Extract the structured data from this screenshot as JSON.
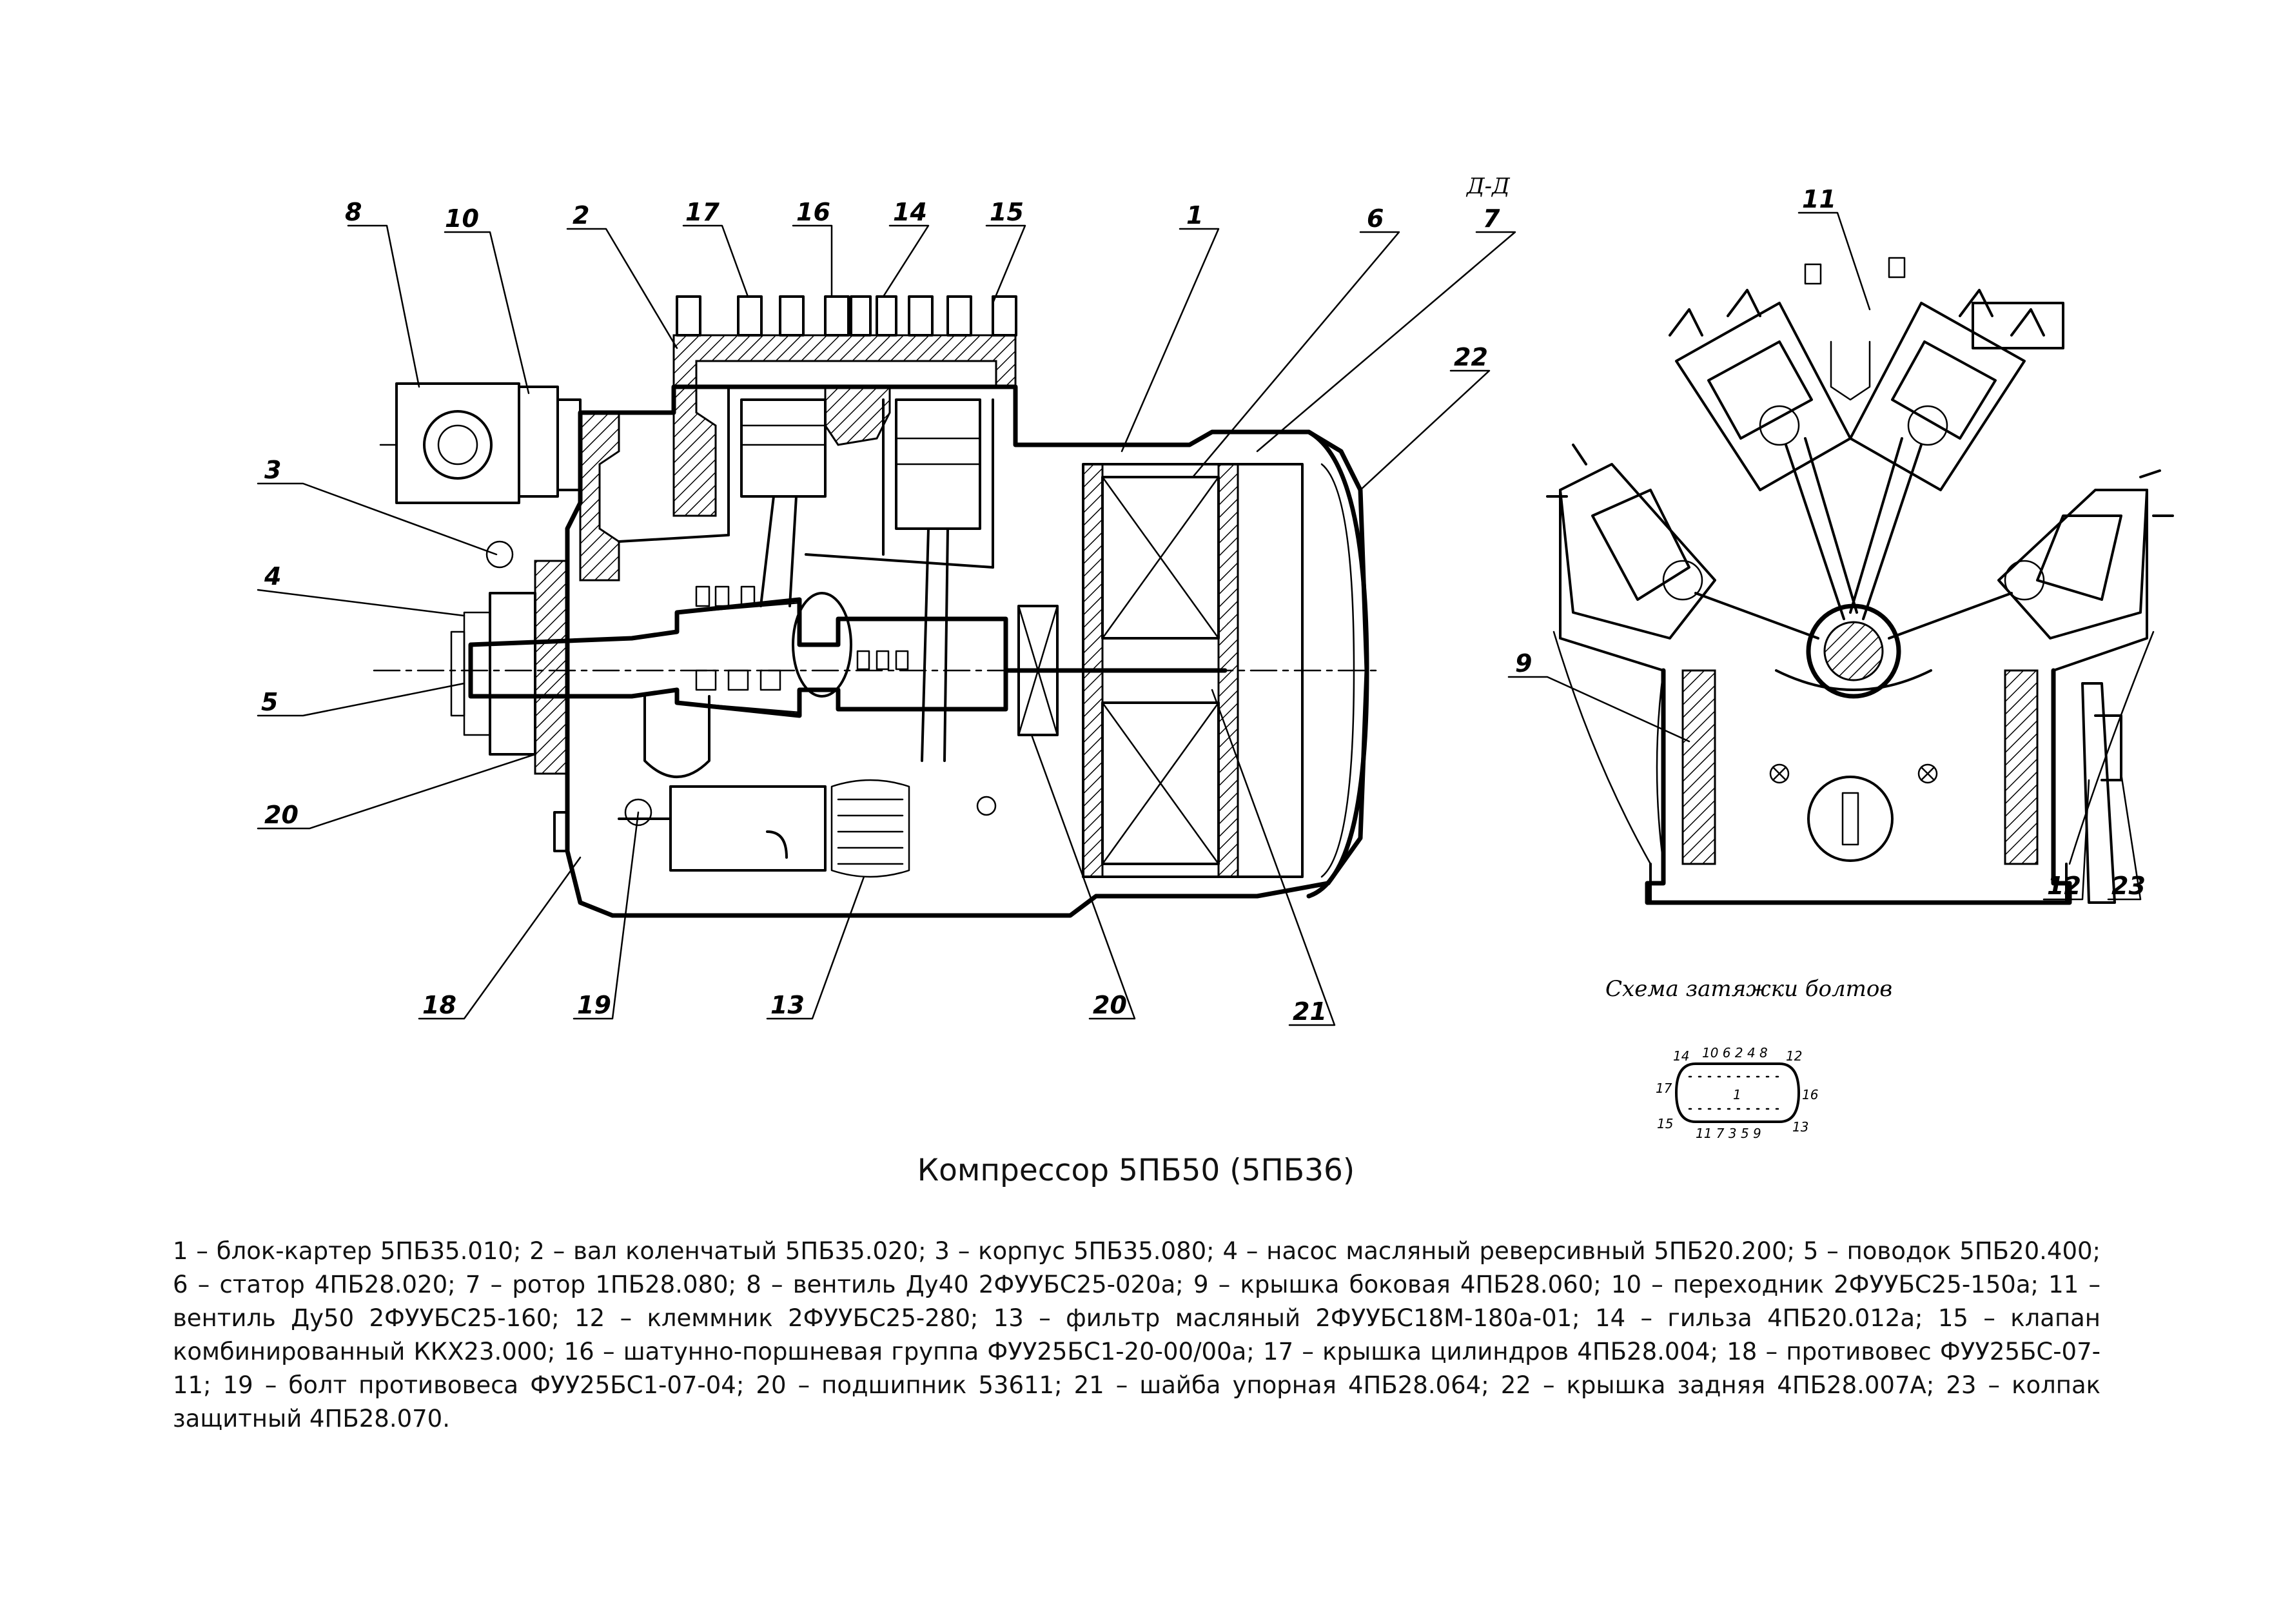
{
  "header": {
    "section_label": "Д-Д"
  },
  "callouts": {
    "c1": "1",
    "c2": "2",
    "c3": "3",
    "c4": "4",
    "c5": "5",
    "c6": "6",
    "c7": "7",
    "c8": "8",
    "c9": "9",
    "c10": "10",
    "c11": "11",
    "c12": "12",
    "c13": "13",
    "c14": "14",
    "c15": "15",
    "c16": "16",
    "c17": "17",
    "c18": "18",
    "c19": "19",
    "c20a": "20",
    "c20b": "20",
    "c21": "21",
    "c22": "22",
    "c23": "23"
  },
  "bolt_scheme": {
    "caption": "Схема затяжки болтов",
    "top_row": "10 6 2 4 8",
    "bottom_row": "11 7 3 5 9",
    "left_top": "14",
    "left_mid": "17",
    "left_bottom": "15",
    "right_top": "12",
    "right_mid": "16",
    "right_bottom": "13",
    "center": "1"
  },
  "figure_title": "Компрессор 5ПБ50 (5ПБ36)",
  "legend_text": "1 – блок-картер 5ПБ35.010;  2 – вал коленчатый 5ПБ35.020;  3 – корпус 5ПБ35.080;  4 – насос масляный реверсивный 5ПБ20.200;  5 – поводок 5ПБ20.400;  6 – статор 4ПБ28.020;  7 – ротор 1ПБ28.080;  8 – вентиль Ду40 2ФУУБС25-020а;  9 – крышка боковая 4ПБ28.060;  10 – переходник 2ФУУБС25-150а;  11 – вентиль Ду50 2ФУУБС25-160;  12 – клеммник 2ФУУБС25-280;  13 – фильтр масляный 2ФУУБС18М-180а-01;  14 – гильза 4ПБ20.012а;  15 – клапан комбинированный ККХ23.000;  16 – шатунно-поршневая группа ФУУ25БС1-20-00/00а;  17 – крышка цилиндров 4ПБ28.004;  18 – противовес ФУУ25БС-07-11;  19 – болт противовеса ФУУ25БС1-07-04;  20 – подшипник 53611;  21 – шайба упорная 4ПБ28.064;  22 – крышка задняя 4ПБ28.007А;  23 – колпак защитный 4ПБ28.070."
}
